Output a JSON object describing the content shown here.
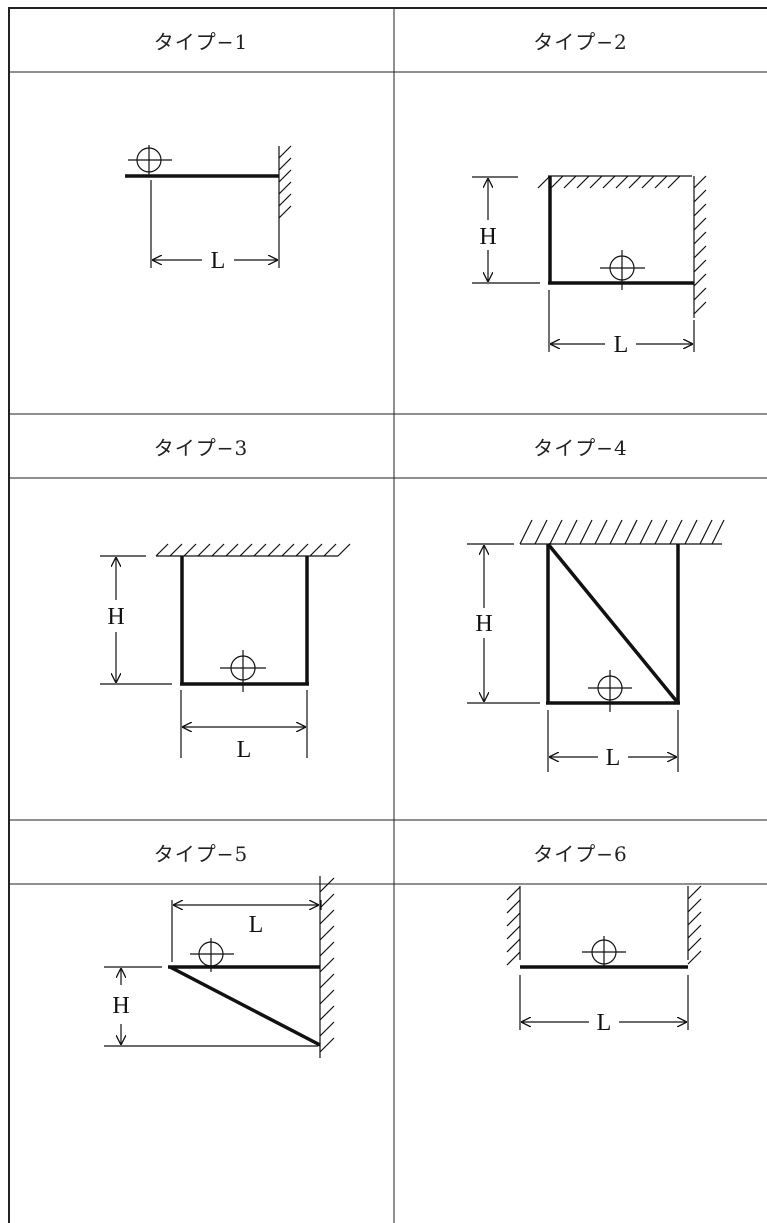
{
  "types": [
    {
      "title": "タイプ−1",
      "labels": {
        "L": "L"
      }
    },
    {
      "title": "タイプ−2",
      "labels": {
        "L": "L",
        "H": "H"
      }
    },
    {
      "title": "タイプ−3",
      "labels": {
        "L": "L",
        "H": "H"
      }
    },
    {
      "title": "タイプ−4",
      "labels": {
        "L": "L",
        "H": "H"
      }
    },
    {
      "title": "タイプ−5",
      "labels": {
        "L": "L",
        "H": "H"
      }
    },
    {
      "title": "タイプ−6",
      "labels": {
        "L": "L"
      }
    }
  ]
}
